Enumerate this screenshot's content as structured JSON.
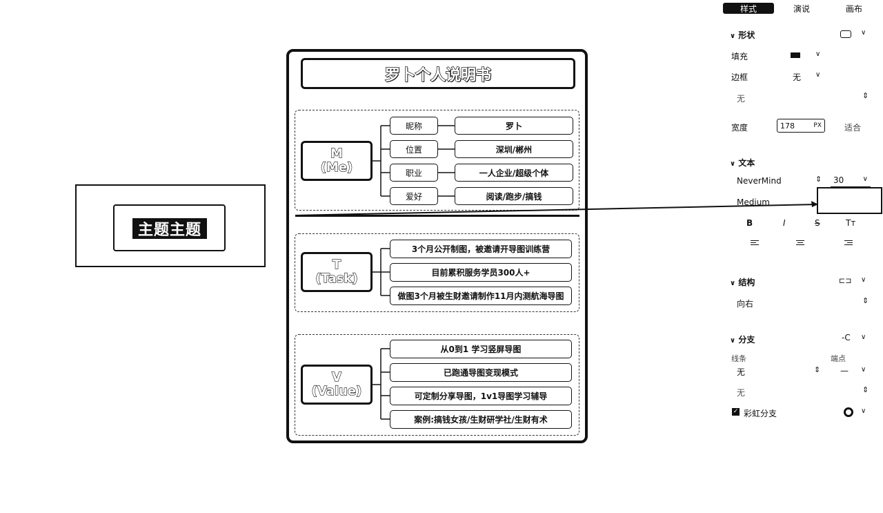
{
  "floating": {
    "text": "主题主题"
  },
  "mindmap": {
    "title": "罗卜个人说明书",
    "sections": [
      {
        "node_line1": "M",
        "node_line2": "(Me)",
        "labels": [
          "昵称",
          "位置",
          "职业",
          "爱好"
        ],
        "values": [
          "罗卜",
          "深圳/郴州",
          "一人企业/超级个体",
          "阅读/跑步/搞钱"
        ]
      },
      {
        "node_line1": "T",
        "node_line2": "(Task)",
        "items": [
          "3个月公开制图，被邀请开导图训练营",
          "目前累积服务学员300人+",
          "做图3个月被生财邀请制作11月内测航海导图"
        ]
      },
      {
        "node_line1": "V",
        "node_line2": "(Value)",
        "items": [
          "从0到1 学习竖屏导图",
          "已跑通导图变现模式",
          "可定制分享导图，1v1导图学习辅导",
          "案例:搞钱女孩/生财研学社/生财有术"
        ]
      }
    ]
  },
  "panel": {
    "tabs": [
      "样式",
      "演说",
      "画布"
    ],
    "shape": {
      "title": "形状",
      "fill_label": "填充",
      "border_label": "边框",
      "border_value": "无",
      "style_value": "无",
      "width_label": "宽度",
      "width_value": "178",
      "width_unit": "PX",
      "fit_label": "适合"
    },
    "text": {
      "title": "文本",
      "font": "NeverMind",
      "size": "30",
      "weight": "Medium",
      "b": "B",
      "i": "I",
      "s": "S",
      "tt": "Tт"
    },
    "structure": {
      "title": "结构",
      "value": "向右"
    },
    "branch": {
      "title": "分支",
      "line_label": "线条",
      "end_label": "端点",
      "line_value": "无",
      "end_value": "—",
      "style_value": "无",
      "rainbow_label": "彩虹分支"
    },
    "icons": {
      "shape": "rounded-rect-icon",
      "structure": "structure-icon",
      "branch": "branch-icon"
    }
  }
}
